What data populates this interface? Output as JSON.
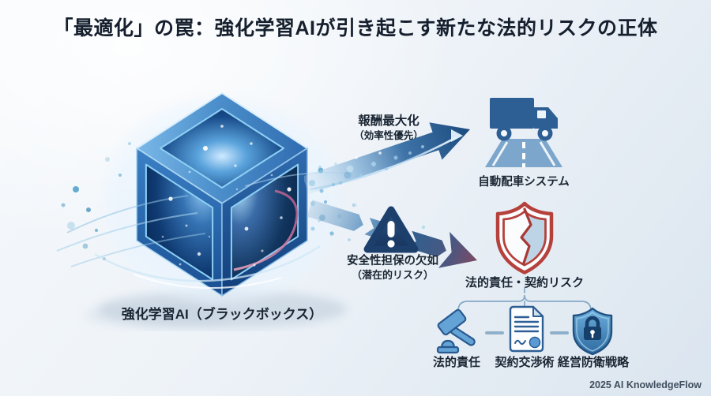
{
  "title": "「最適化」の罠：強化学習AIが引き起こす新たな法的リスクの正体",
  "blackbox": {
    "label": "強化学習AI（ブラックボックス）",
    "icon": "ai-blackbox-cube"
  },
  "flows": {
    "reward": {
      "label": "報酬最大化",
      "sublabel": "（効率性優先）",
      "outcome_label": "自動配車システム",
      "outcome_icon": "delivery-truck"
    },
    "risk": {
      "label": "安全性担保の欠如",
      "sublabel": "（潜在的リスク）",
      "outcome_label": "法的責任・契約リスク",
      "outcome_icon": "broken-shield",
      "warning_icon": "warning-triangle"
    }
  },
  "countermeasures": [
    {
      "label": "法的責任",
      "icon": "gavel"
    },
    {
      "label": "契約交渉術",
      "icon": "contract-document"
    },
    {
      "label": "経営防衛戦略",
      "icon": "shield-lock"
    }
  ],
  "footer": {
    "credit": "2025 AI KnowledgeFlow"
  },
  "colors": {
    "background_start": "#f6f9fc",
    "background_end": "#dbe5ef",
    "title_text": "#151f2d",
    "cube_blue": "#2f6cb0",
    "arrow_blue": "#1b4a7e",
    "arrow_risk_end": "#7d4a63",
    "warning_navy": "#1d3f6b",
    "broken_shield_red": "#b6413c",
    "icon_outline_blue": "#2d5f94",
    "icon_fill_light": "#5b9bd5",
    "road_blue": "#7ca6cb"
  }
}
